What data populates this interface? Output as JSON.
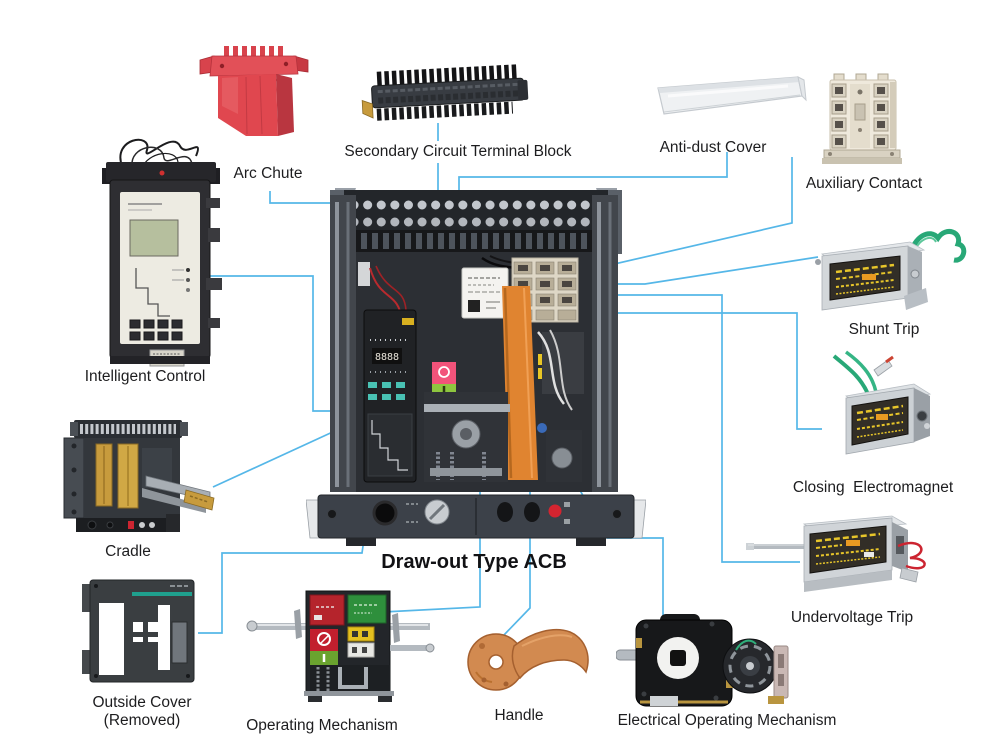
{
  "diagram": {
    "title": "Draw-out Type ACB",
    "labels": {
      "arc_chute": "Arc Chute",
      "secondary_circuit_terminal_block": "Secondary Circuit Terminal Block",
      "anti_dust_cover": "Anti-dust Cover",
      "auxiliary_contact": "Auxiliary Contact",
      "intelligent_control": "Intelligent Control",
      "shunt_trip": "Shunt Trip",
      "closing_electromagnet": "Closing  Electromagnet",
      "cradle": "Cradle",
      "undervoltage_trip": "Undervoltage Trip",
      "outside_cover_line1": "Outside Cover",
      "outside_cover_line2": "(Removed)",
      "operating_mechanism": "Operating Mechanism",
      "handle": "Handle",
      "electrical_operating_mechanism": "Electrical Operating Mechanism"
    },
    "acb": {
      "display_value": "8888"
    },
    "colors": {
      "leader_line": "#55b7e8",
      "label_text": "#1d1d1f",
      "arc_chute_red": "#e0474f",
      "handle_orange": "#d28a50",
      "strap_orange": "#e08430",
      "coil_green": "#28a877",
      "brass": "#c79b3d",
      "trip_label_plate": "#322e27",
      "trip_label_text": "#e8c62a",
      "cover_teal": "#1fa08e",
      "red_button": "#d42430"
    }
  }
}
